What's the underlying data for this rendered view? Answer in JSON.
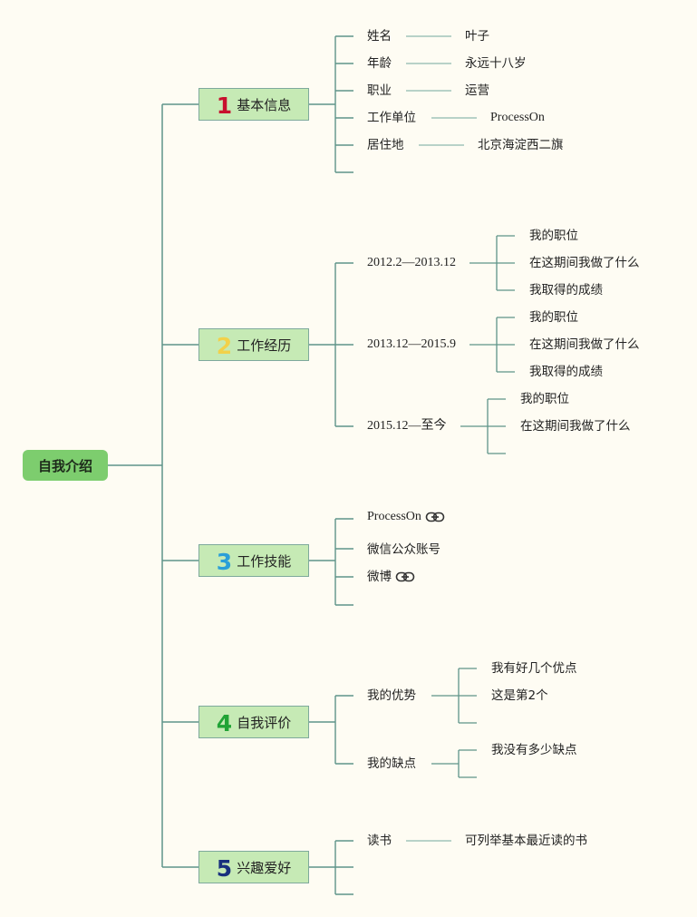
{
  "root": {
    "label": "自我介绍"
  },
  "branches": [
    {
      "number": "1",
      "number_color": "#c8102e",
      "label": "基本信息"
    },
    {
      "number": "2",
      "number_color": "#f2d14a",
      "label": "工作经历"
    },
    {
      "number": "3",
      "number_color": "#2a9fd8",
      "label": "工作技能"
    },
    {
      "number": "4",
      "number_color": "#21a336",
      "label": "自我评价"
    },
    {
      "number": "5",
      "number_color": "#18307e",
      "label": "兴趣爱好"
    }
  ],
  "basic_info": [
    {
      "key": "姓名",
      "value": "叶子"
    },
    {
      "key": "年龄",
      "value": "永远十八岁"
    },
    {
      "key": "职业",
      "value": "运营"
    },
    {
      "key": "工作单位",
      "value": "ProcessOn"
    },
    {
      "key": "居住地",
      "value": "北京海淀西二旗"
    }
  ],
  "work_history": [
    {
      "period": "2012.2—2013.12",
      "items": [
        "我的职位",
        "在这期间我做了什么",
        "我取得的成绩"
      ]
    },
    {
      "period": "2013.12—2015.9",
      "items": [
        "我的职位",
        "在这期间我做了什么",
        "我取得的成绩"
      ]
    },
    {
      "period": "2015.12—至今",
      "items": [
        "我的职位",
        "在这期间我做了什么"
      ]
    }
  ],
  "skills": [
    {
      "label": "ProcessOn",
      "link_icon": "link-icon"
    },
    {
      "label": "微信公众账号"
    },
    {
      "label": "微博",
      "link_icon": "link-icon"
    }
  ],
  "self_eval": [
    {
      "label": "我的优势",
      "items": [
        "我有好几个优点",
        "这是第2个"
      ]
    },
    {
      "label": "我的缺点",
      "items": [
        "我没有多少缺点"
      ]
    }
  ],
  "hobbies": [
    {
      "label": "读书",
      "value": "可列举基本最近读的书"
    }
  ],
  "colors": {
    "edge": "#5e9489",
    "branch_fill": "#c6eab5",
    "root_fill": "#7dcd6e",
    "background": "#fefcf3"
  }
}
